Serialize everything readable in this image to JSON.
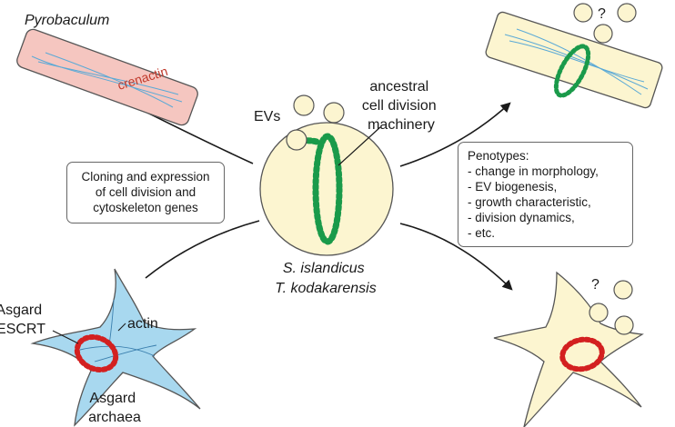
{
  "colors": {
    "pyrobaculum_fill": "#f5c6c0",
    "pyrobaculum_stroke": "#555555",
    "filament": "#5aa9d6",
    "division_ring_green": "#1a9a4a",
    "division_ring_red": "#d32020",
    "host_cell_fill": "#fcf5d0",
    "asgard_fill": "#a8d8ef",
    "ev_fill": "#fcf5d0"
  },
  "labels": {
    "pyrobaculum": "Pyrobaculum",
    "crenactin": "crenactin",
    "evs": "EVs",
    "ancestral_line1": "ancestral",
    "ancestral_line2": "cell division",
    "ancestral_line3": "machinery",
    "host_line1": "S. islandicus",
    "host_line2": "T. kodakarensis",
    "asgard_escrt_line1": "Asgard",
    "asgard_escrt_line2": "ESCRT",
    "actin": "actin",
    "asgard_archaea_line1": "Asgard",
    "asgard_archaea_line2": "archaea",
    "question_top": "?",
    "question_bottom": "?"
  },
  "cloning_box": {
    "lines": [
      "Cloning and expression",
      "of cell division and",
      "cytoskeleton genes"
    ]
  },
  "phenotype_box": {
    "lines": [
      "Penotypes:",
      "- change in morphology,",
      "- EV biogenesis,",
      "- growth characteristic,",
      "- division dynamics,",
      "- etc."
    ]
  }
}
